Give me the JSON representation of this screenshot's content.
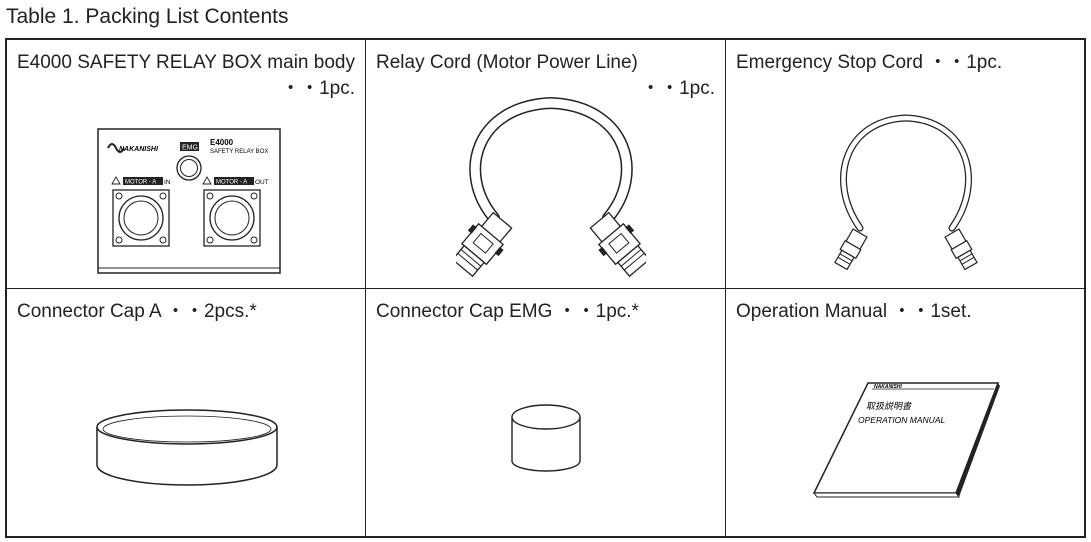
{
  "caption": "Table 1. Packing List Contents",
  "items": [
    {
      "name": "E4000 SAFETY RELAY BOX main body",
      "qty": "・・1pc."
    },
    {
      "name": "Relay Cord (Motor Power Line)",
      "qty": "・・1pc."
    },
    {
      "name": "Emergency Stop Cord",
      "qty": "・・1pc."
    },
    {
      "name": "Connector Cap A",
      "qty": "・・2pcs.*"
    },
    {
      "name": "Connector Cap EMG",
      "qty": "・・1pc.*"
    },
    {
      "name": "Operation Manual",
      "qty": "・・1set."
    }
  ],
  "relay_box": {
    "brand": "NAKANISHI",
    "emg": "EMG",
    "model": "E4000",
    "model_sub": "SAFETY RELAY BOX",
    "port_in_tag": "MOTOR - A",
    "port_in_dir": "IN",
    "port_out_tag": "MOTOR - A",
    "port_out_dir": "OUT"
  },
  "manual": {
    "brand": "NAKANISHI",
    "title_jp": "取扱説明書",
    "title_en": "OPERATION MANUAL"
  }
}
